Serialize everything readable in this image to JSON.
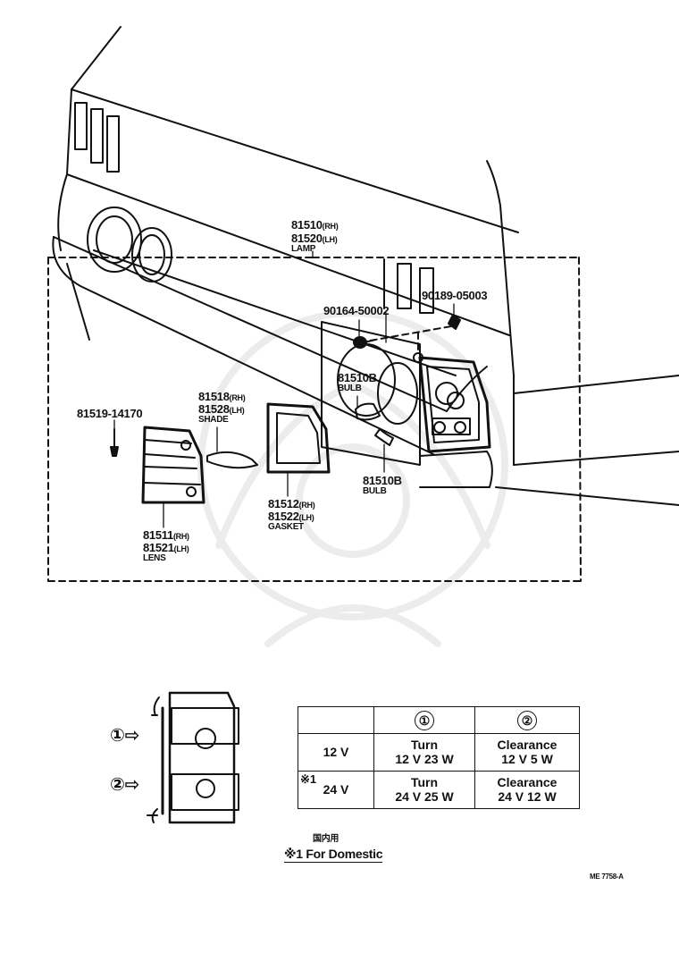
{
  "labels": {
    "lamp": {
      "pn1": "81510",
      "pn1_side": "(RH)",
      "pn2": "81520",
      "pn2_side": "(LH)",
      "desc": "LAMP"
    },
    "screw_top": "90164-50002",
    "clip": "90189-05003",
    "bulb_top": {
      "pn": "81510B",
      "desc": "BULB"
    },
    "bulb_bottom": {
      "pn": "81510B",
      "desc": "BULB"
    },
    "shade": {
      "pn1": "81518",
      "pn1_side": "(RH)",
      "pn2": "81528",
      "pn2_side": "(LH)",
      "desc": "SHADE"
    },
    "screw_lens": "81519-14170",
    "gasket": {
      "pn1": "81512",
      "pn1_side": "(RH)",
      "pn2": "81522",
      "pn2_side": "(LH)",
      "desc": "GASKET"
    },
    "lens": {
      "pn1": "81511",
      "pn1_side": "(RH)",
      "pn2": "81521",
      "pn2_side": "(LH)",
      "desc": "LENS"
    }
  },
  "detail": {
    "marker1": "①",
    "marker2": "②",
    "arrow": "⇨"
  },
  "spec_table": {
    "header": [
      "",
      "①",
      "②"
    ],
    "rows": [
      {
        "voltage": "12 V",
        "c1_line1": "Turn",
        "c1_line2": "12 V 23 W",
        "c2_line1": "Clearance",
        "c2_line2": "12 V 5 W"
      },
      {
        "mark": "※1",
        "voltage": "24 V",
        "c1_line1": "Turn",
        "c1_line2": "24 V 25 W",
        "c2_line1": "Clearance",
        "c2_line2": "24 V 12 W"
      }
    ]
  },
  "footnote": {
    "japanese": "国内用",
    "text": "※1 For Domestic"
  },
  "code": "ME 7758-A"
}
